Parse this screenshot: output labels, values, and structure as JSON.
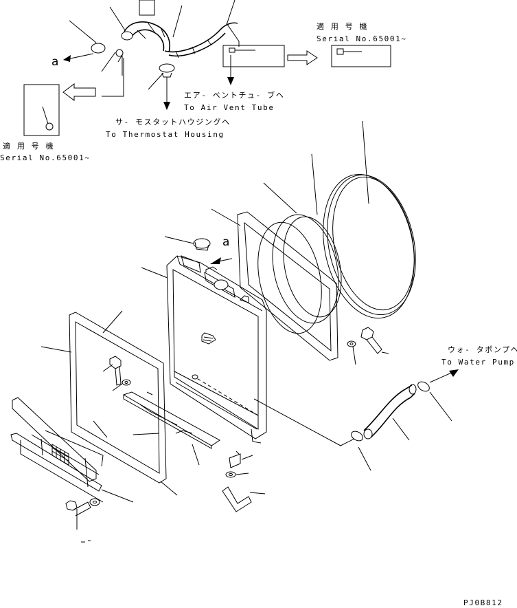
{
  "labels": {
    "serial_jp_right": "適 用 号 機",
    "serial_en_right": "Serial No.65001~",
    "air_vent_jp": "エア- ベントチュ- ブヘ",
    "air_vent_en": "To Air Vent Tube",
    "thermostat_jp": "サ- モスタットハウジングヘ",
    "thermostat_en": "To Thermostat Housing",
    "serial_jp_left": "適 用 号 機",
    "serial_en_left": "Serial No.65001~",
    "water_pump_jp": "ウォ- タポンプヘ",
    "water_pump_en": "To Water Pump",
    "callout_a_top": "a",
    "callout_a_mid": "a",
    "drawing_code": "PJ0B812"
  }
}
